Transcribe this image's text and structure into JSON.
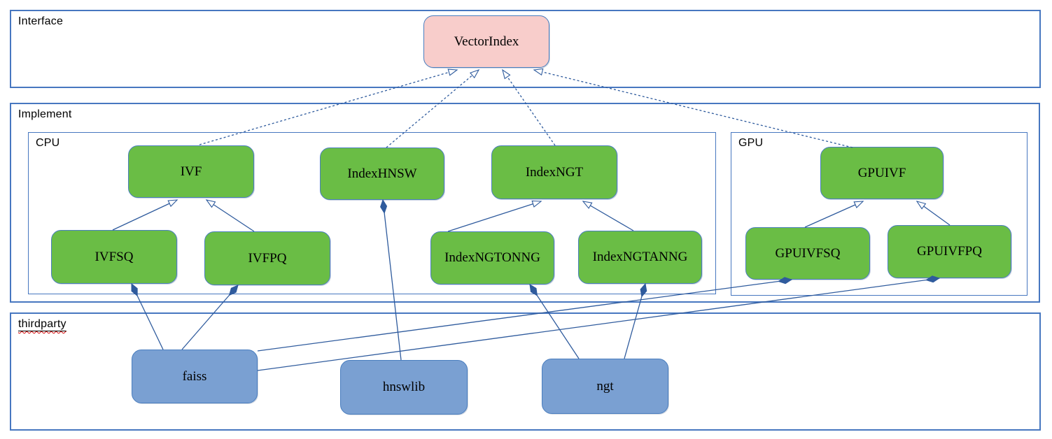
{
  "diagram": {
    "containers": {
      "interface": {
        "label": "Interface"
      },
      "implement": {
        "label": "Implement"
      },
      "cpu": {
        "label": "CPU"
      },
      "gpu": {
        "label": "GPU"
      },
      "thirdparty": {
        "label": "thirdparty",
        "spellcheck_squiggle": true
      }
    },
    "nodes": {
      "vectorindex": {
        "label": "VectorIndex",
        "container": "interface",
        "fill": "#f8cdcb"
      },
      "ivf": {
        "label": "IVF",
        "container": "cpu",
        "fill": "#6abd45"
      },
      "indexhnsw": {
        "label": "IndexHNSW",
        "container": "cpu",
        "fill": "#6abd45"
      },
      "indexngt": {
        "label": "IndexNGT",
        "container": "cpu",
        "fill": "#6abd45"
      },
      "ivfsq": {
        "label": "IVFSQ",
        "container": "cpu",
        "fill": "#6abd45"
      },
      "ivfpq": {
        "label": "IVFPQ",
        "container": "cpu",
        "fill": "#6abd45"
      },
      "indexngtonng": {
        "label": "IndexNGTONNG",
        "container": "cpu",
        "fill": "#6abd45"
      },
      "indexngtanng": {
        "label": "IndexNGTANNG",
        "container": "cpu",
        "fill": "#6abd45"
      },
      "gpuivf": {
        "label": "GPUIVF",
        "container": "gpu",
        "fill": "#6abd45"
      },
      "gpuivfsq": {
        "label": "GPUIVFSQ",
        "container": "gpu",
        "fill": "#6abd45"
      },
      "gpuivfpq": {
        "label": "GPUIVFPQ",
        "container": "gpu",
        "fill": "#6abd45"
      },
      "faiss": {
        "label": "faiss",
        "container": "thirdparty",
        "fill": "#7aa0d2"
      },
      "hnswlib": {
        "label": "hnswlib",
        "container": "thirdparty",
        "fill": "#7aa0d2"
      },
      "ngt": {
        "label": "ngt",
        "container": "thirdparty",
        "fill": "#7aa0d2"
      }
    },
    "edges": [
      {
        "from": "ivf",
        "to": "vectorindex",
        "type": "realization",
        "line": "dashed",
        "head": "hollow-triangle"
      },
      {
        "from": "indexhnsw",
        "to": "vectorindex",
        "type": "realization",
        "line": "dashed",
        "head": "hollow-triangle"
      },
      {
        "from": "indexngt",
        "to": "vectorindex",
        "type": "realization",
        "line": "dashed",
        "head": "hollow-triangle"
      },
      {
        "from": "gpuivf",
        "to": "vectorindex",
        "type": "realization",
        "line": "dashed",
        "head": "hollow-triangle"
      },
      {
        "from": "ivfsq",
        "to": "ivf",
        "type": "generalization",
        "line": "solid",
        "head": "hollow-triangle"
      },
      {
        "from": "ivfpq",
        "to": "ivf",
        "type": "generalization",
        "line": "solid",
        "head": "hollow-triangle"
      },
      {
        "from": "indexngtonng",
        "to": "indexngt",
        "type": "generalization",
        "line": "solid",
        "head": "hollow-triangle"
      },
      {
        "from": "indexngtanng",
        "to": "indexngt",
        "type": "generalization",
        "line": "solid",
        "head": "hollow-triangle"
      },
      {
        "from": "gpuivfsq",
        "to": "gpuivf",
        "type": "generalization",
        "line": "solid",
        "head": "hollow-triangle"
      },
      {
        "from": "gpuivfpq",
        "to": "gpuivf",
        "type": "generalization",
        "line": "solid",
        "head": "hollow-triangle"
      },
      {
        "from": "ivfsq",
        "to": "faiss",
        "type": "composition",
        "line": "solid",
        "head": "filled-diamond-at-from"
      },
      {
        "from": "ivfpq",
        "to": "faiss",
        "type": "composition",
        "line": "solid",
        "head": "filled-diamond-at-from"
      },
      {
        "from": "indexhnsw",
        "to": "hnswlib",
        "type": "composition",
        "line": "solid",
        "head": "filled-diamond-at-from"
      },
      {
        "from": "indexngtonng",
        "to": "ngt",
        "type": "composition",
        "line": "solid",
        "head": "filled-diamond-at-from"
      },
      {
        "from": "indexngtanng",
        "to": "ngt",
        "type": "composition",
        "line": "solid",
        "head": "filled-diamond-at-from"
      },
      {
        "from": "gpuivfsq",
        "to": "faiss",
        "type": "composition",
        "line": "solid",
        "head": "filled-diamond-at-from"
      },
      {
        "from": "gpuivfpq",
        "to": "faiss",
        "type": "composition",
        "line": "solid",
        "head": "filled-diamond-at-from"
      }
    ],
    "colors": {
      "background": "#ffffff",
      "container_border": "#4777c0",
      "node_border": "#4a7ebf",
      "edge_line": "#2f5b9d",
      "interface_node_fill": "#f8cdcb",
      "implement_node_fill": "#6abd45",
      "thirdparty_node_fill": "#7aa0d2",
      "spellcheck_squiggle": "#cc0000",
      "text": "#000000"
    }
  }
}
